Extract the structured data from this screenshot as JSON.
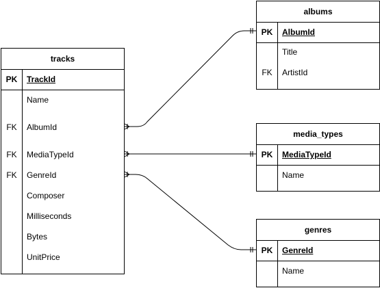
{
  "entities": {
    "tracks": {
      "title": "tracks",
      "pk_label": "PK",
      "pk_field": "TrackId",
      "fk_label": "FK",
      "fields": [
        "Name",
        "AlbumId",
        "MediaTypeId",
        "GenreId",
        "Composer",
        "Milliseconds",
        "Bytes",
        "UnitPrice"
      ]
    },
    "albums": {
      "title": "albums",
      "pk_label": "PK",
      "pk_field": "AlbumId",
      "fk_label": "FK",
      "fields": [
        "Title",
        "ArtistId"
      ]
    },
    "media_types": {
      "title": "media_types",
      "pk_label": "PK",
      "pk_field": "MediaTypeId",
      "fields": [
        "Name"
      ]
    },
    "genres": {
      "title": "genres",
      "pk_label": "PK",
      "pk_field": "GenreId",
      "fields": [
        "Name"
      ]
    }
  },
  "relationships": [
    {
      "from": "tracks.AlbumId",
      "to": "albums.AlbumId"
    },
    {
      "from": "tracks.MediaTypeId",
      "to": "media_types.MediaTypeId"
    },
    {
      "from": "tracks.GenreId",
      "to": "genres.GenreId"
    }
  ]
}
